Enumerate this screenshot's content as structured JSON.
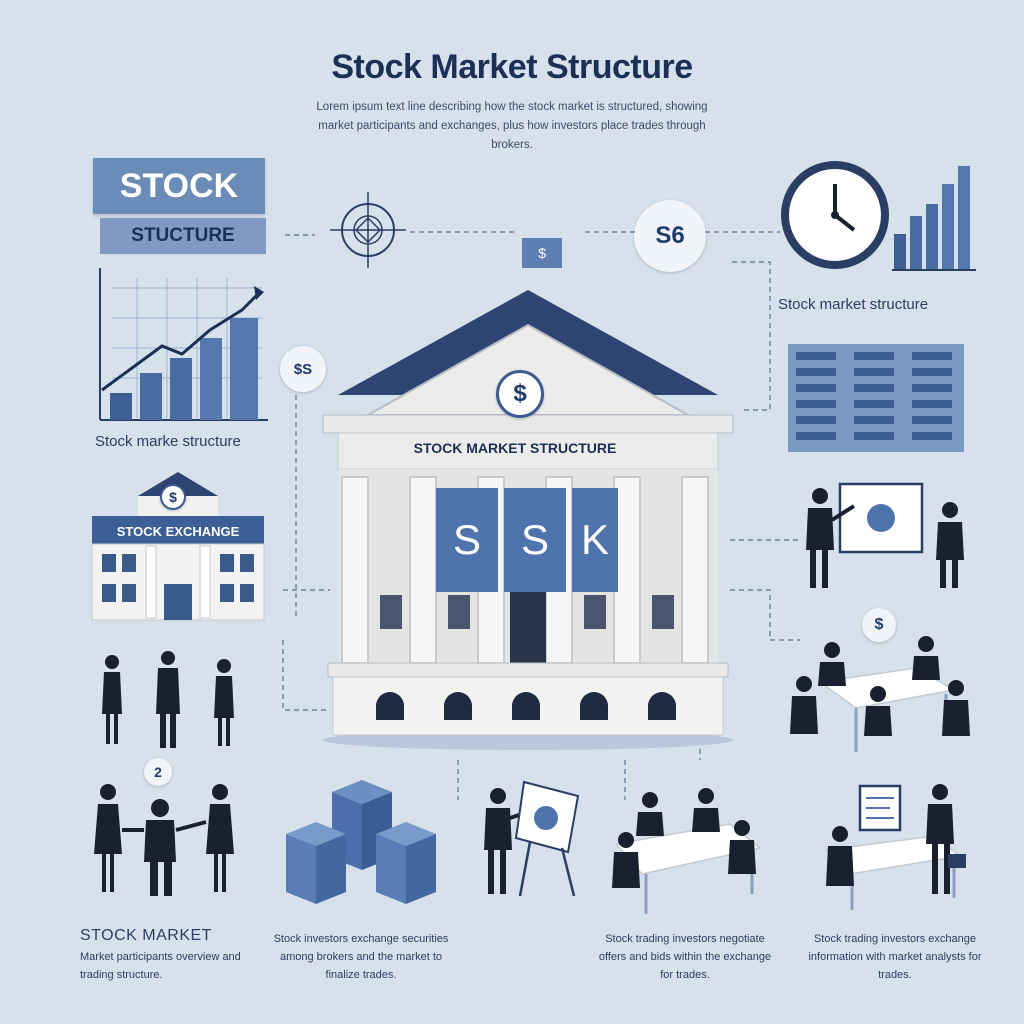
{
  "title": "Stock Market Structure",
  "intro_text": "Lorem ipsum text line describing how the stock market is structured, showing market participants and exchanges, plus how investors place trades through brokers.",
  "badge": {
    "stock": "STOCK",
    "structure": "STUCTURE"
  },
  "captions": {
    "left_chart": "Stock marke structure",
    "right_clock": "Stock market structure"
  },
  "icons": {
    "dollar_bubble_left": "$S",
    "dollar_bubble_right": "S6",
    "small_flag": "$",
    "rooftop_coin": "$",
    "presentation_coin": "$",
    "meeting_coin": "$",
    "handshake_bubble": "2"
  },
  "main_building": {
    "pediment_label": "STOCK MARKET STRUCTURE",
    "banners": [
      "S",
      "S",
      "K"
    ]
  },
  "small_exchange": {
    "sign": "STOCK EXCHANGE"
  },
  "bottom": {
    "title": "STOCK MARKET",
    "left_text": "Market participants overview and trading structure.",
    "col2_text": "Stock investors exchange securities among brokers and the market to finalize trades.",
    "col3_text": "Stock trading investors negotiate offers and bids within the exchange for trades.",
    "col4_text": "Stock trading investors exchange information with market analysts for trades."
  },
  "colors": {
    "background": "#d6e1ec",
    "accent_blue": "#4f73ad",
    "navy": "#1c2f55",
    "roof": "#2e4472",
    "column": "#f4f4f2"
  }
}
